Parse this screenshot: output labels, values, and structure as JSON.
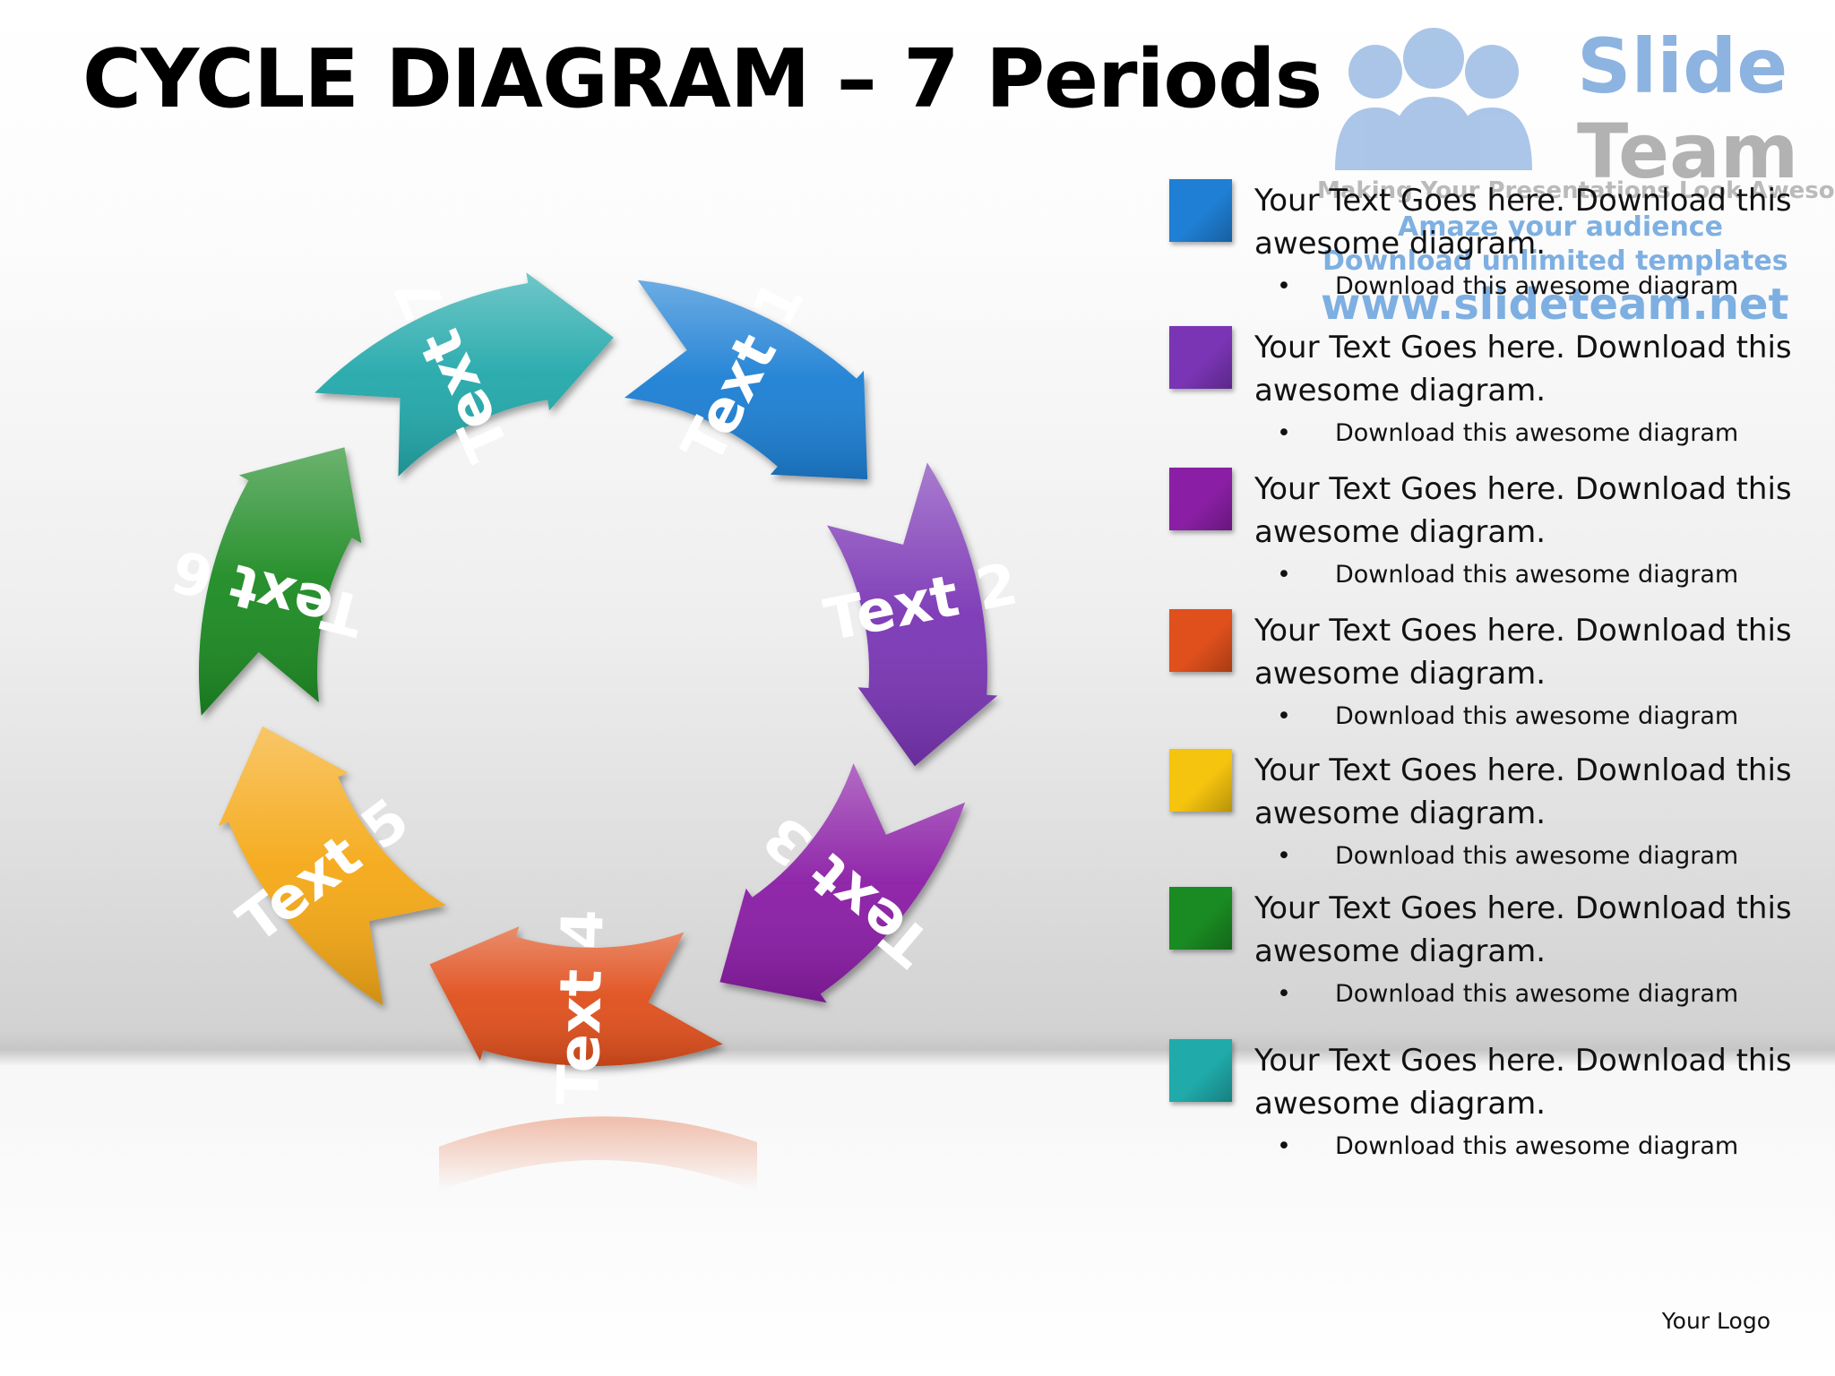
{
  "title": "CYCLE DIAGRAM – 7 Periods",
  "segments": [
    {
      "label": "Text 1",
      "color": "#1f7fd4"
    },
    {
      "label": "Text 2",
      "color": "#7a35b5"
    },
    {
      "label": "Text 3",
      "color": "#8a1fa5"
    },
    {
      "label": "Text 4",
      "color": "#e0501c"
    },
    {
      "label": "Text 5",
      "color": "#f5a812"
    },
    {
      "label": "Text 6",
      "color": "#1a8a22"
    },
    {
      "label": "Text 7",
      "color": "#20a8aa"
    }
  ],
  "legend": [
    {
      "color": "#1f7fd4",
      "text": "Your Text Goes here. Download this awesome diagram.",
      "bullet": "Download this awesome diagram"
    },
    {
      "color": "#7a35b5",
      "text": "Your Text Goes here. Download this awesome diagram.",
      "bullet": "Download this awesome diagram"
    },
    {
      "color": "#8a1fa5",
      "text": "Your Text Goes here. Download this awesome diagram.",
      "bullet": "Download this awesome diagram"
    },
    {
      "color": "#e0501c",
      "text": "Your Text Goes here. Download this awesome diagram.",
      "bullet": "Download this awesome diagram"
    },
    {
      "color": "#f5c40e",
      "text": "Your Text Goes here. Download this awesome diagram.",
      "bullet": "Download this awesome diagram"
    },
    {
      "color": "#1a8a22",
      "text": "Your Text Goes here. Download this awesome diagram.",
      "bullet": "Download this awesome diagram"
    },
    {
      "color": "#20aaaa",
      "text": "Your Text Goes here. Download this awesome diagram.",
      "bullet": "Download this awesome diagram"
    }
  ],
  "watermark": {
    "slide": "Slide",
    "team": "Team",
    "tagline": "Making Your Presentations Look Awesome",
    "line1": "Amaze your audience",
    "line2": "Download unlimited templates",
    "url": "www.slideteam.net"
  },
  "footer": {
    "your_logo": "Your Logo"
  }
}
